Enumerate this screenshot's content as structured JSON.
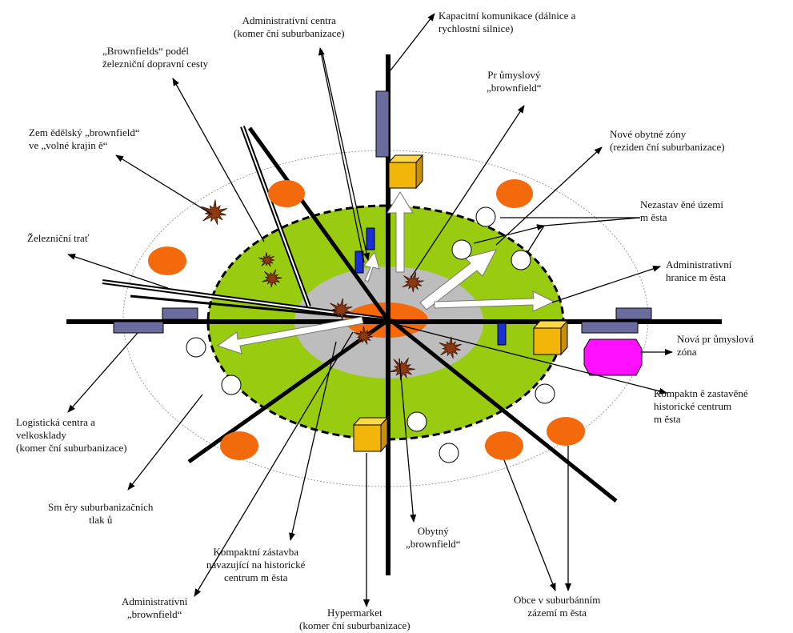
{
  "labels": {
    "admin_centra": "Administratívní centra\n(komer ční suburbanizace)",
    "kapacitni": "Kapacitní komunikace (dálnice a\nrychlostní silnice)",
    "brownfields_zel": "„Brownfields“ podél\nželezniční dopravní cesty",
    "prumyslovy_bf": "Pr ůmyslový\n„brownfield“",
    "zemedelsky_bf": "Zem ědělský „brownfield“\nve „volné krajin ě“",
    "nove_obytne": "Nové obytné zóny\n(reziden ční suburbanizace)",
    "nezastavene": "Nezastav ěné území\nm ěsta",
    "zeleznicni_trat": "Železniční trať",
    "admin_hranice": "Administrativní\nhranice m ěsta",
    "nova_prumyslova": "Nová pr ůmyslová\nzóna",
    "kompaktni_centrum": "Kompaktn ě zastavěné\nhistorické centrum\nm ěsta",
    "logisticka": "Logistická centra a\nvelkosklady\n(komer ční suburbanizace)",
    "smery": "Sm ěry suburbanizačních\ntlak ů",
    "obytny_bf": "Obytný\n„brownfield“",
    "kompaktni_zastavba": "Kompaktní zástavba\nnavazující na historické\ncentrum m ěsta",
    "admin_bf": "Administrativní\n„brownfield“",
    "hypermarket": "Hypermarket\n(komer ční suburbanizace)",
    "obce": "Obce v suburbánním\nzázemí m ěsta"
  },
  "colors": {
    "outer_ring": "#ffffff",
    "green_zone": "#99cc11",
    "grey_zone": "#bdbdbd",
    "center": "#f26a0c",
    "village": "#f26a0c",
    "brownfield": "#8b3a12",
    "cube": "#f2b50a",
    "blue_block": "#1a2fd6",
    "road_bar": "#6b6b9e",
    "industrial_zone": "#ff11ff",
    "road": "#000000"
  }
}
